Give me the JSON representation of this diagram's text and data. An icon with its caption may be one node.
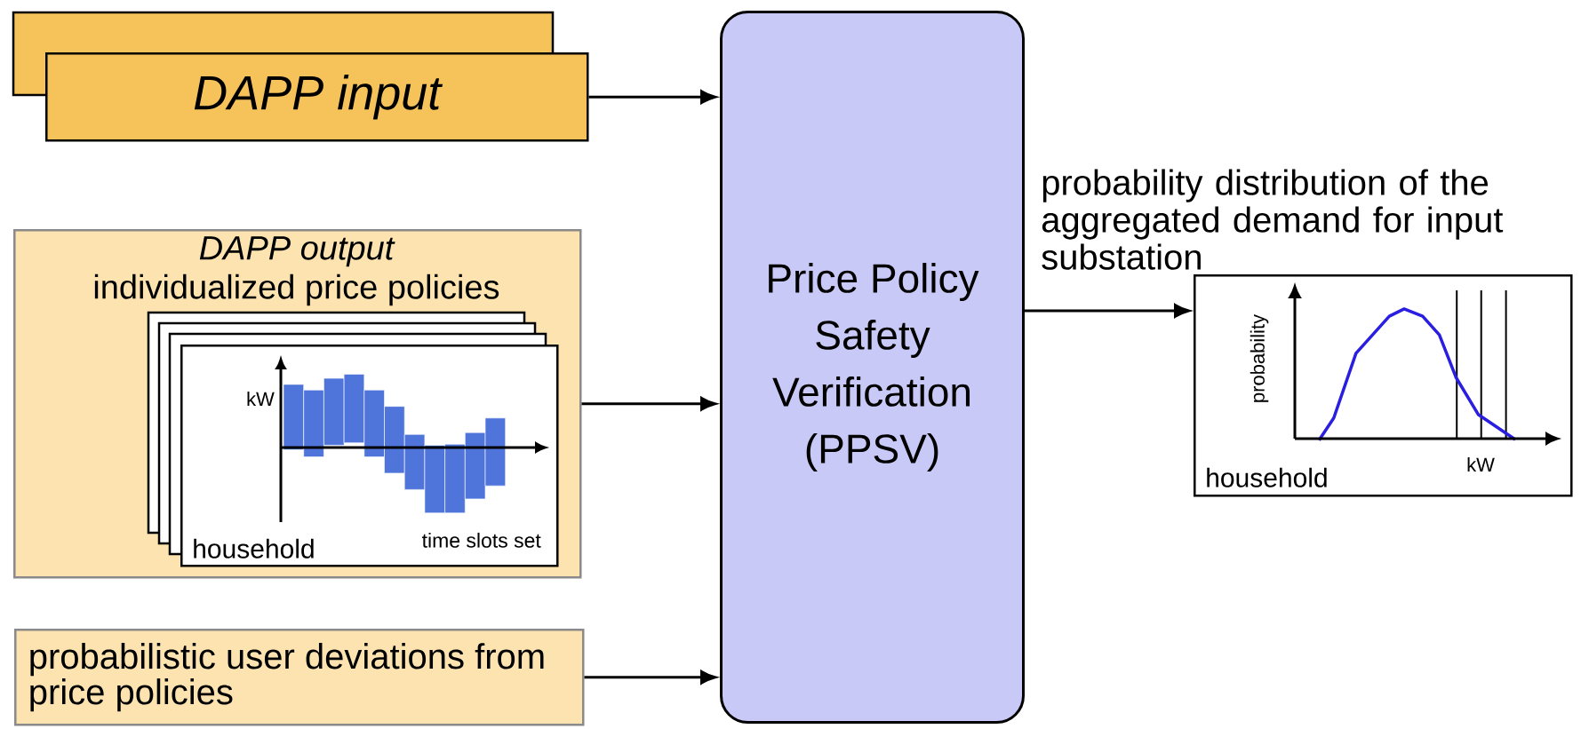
{
  "diagram": {
    "nodes": [
      {
        "text": [
          "DAPP input"
        ]
      },
      {
        "text": [
          "DAPP output",
          "individualized price policies"
        ]
      },
      {
        "text": [
          "kW",
          "household",
          "time slots set"
        ],
        "in": 1
      },
      {
        "text": [
          "probabilistic user deviations from price policies"
        ]
      },
      {
        "text": [
          "Price Policy Safety Verification (PPSV)"
        ]
      },
      {
        "text": [
          "probability",
          "household",
          "kW"
        ]
      }
    ],
    "edges": [
      {
        "from": 0,
        "to": 4,
        "arrow": "to"
      },
      {
        "from": 1,
        "to": 4,
        "arrow": "to"
      },
      {
        "from": 3,
        "to": 4,
        "arrow": "to"
      },
      {
        "from": 4,
        "to": 5,
        "arrow": "to",
        "label": "probability distribution of the aggregated demand for input substation"
      }
    ]
  }
}
